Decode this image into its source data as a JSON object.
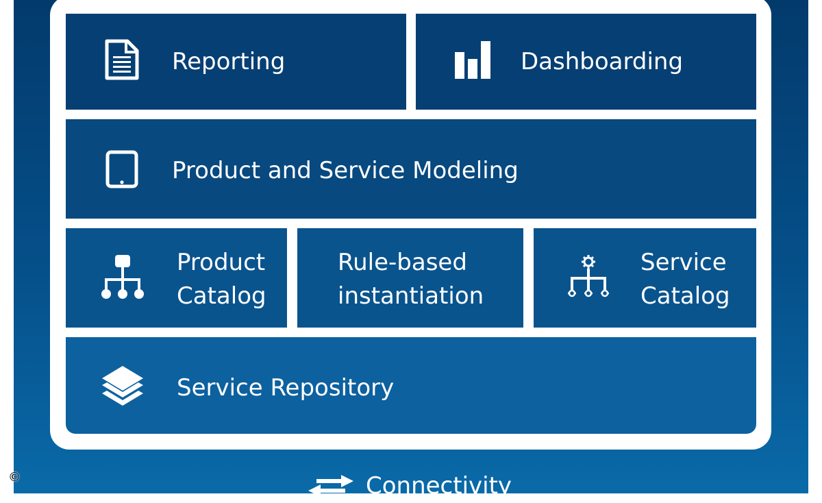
{
  "tiles": {
    "reporting": {
      "label": "Reporting",
      "icon": "document-icon"
    },
    "dashboarding": {
      "label": "Dashboarding",
      "icon": "bar-chart-icon"
    },
    "modeling": {
      "label": "Product and Service Modeling",
      "icon": "tablet-icon"
    },
    "product_catalog": {
      "line1": "Product",
      "line2": "Catalog",
      "icon": "hierarchy-icon"
    },
    "rule_based": {
      "line1": "Rule-based",
      "line2": "instantiation"
    },
    "service_catalog": {
      "line1": "Service",
      "line2": "Catalog",
      "icon": "gear-hierarchy-icon"
    },
    "repository": {
      "label": "Service Repository",
      "icon": "layers-icon"
    }
  },
  "connectivity": {
    "label": "Connectivity",
    "icon": "exchange-arrows-icon"
  },
  "copyright": {
    "symbol": "©"
  },
  "colors": {
    "background_top": "#033a6c",
    "background_bottom": "#0a6aa8",
    "frame": "#ffffff",
    "text": "#ffffff"
  }
}
